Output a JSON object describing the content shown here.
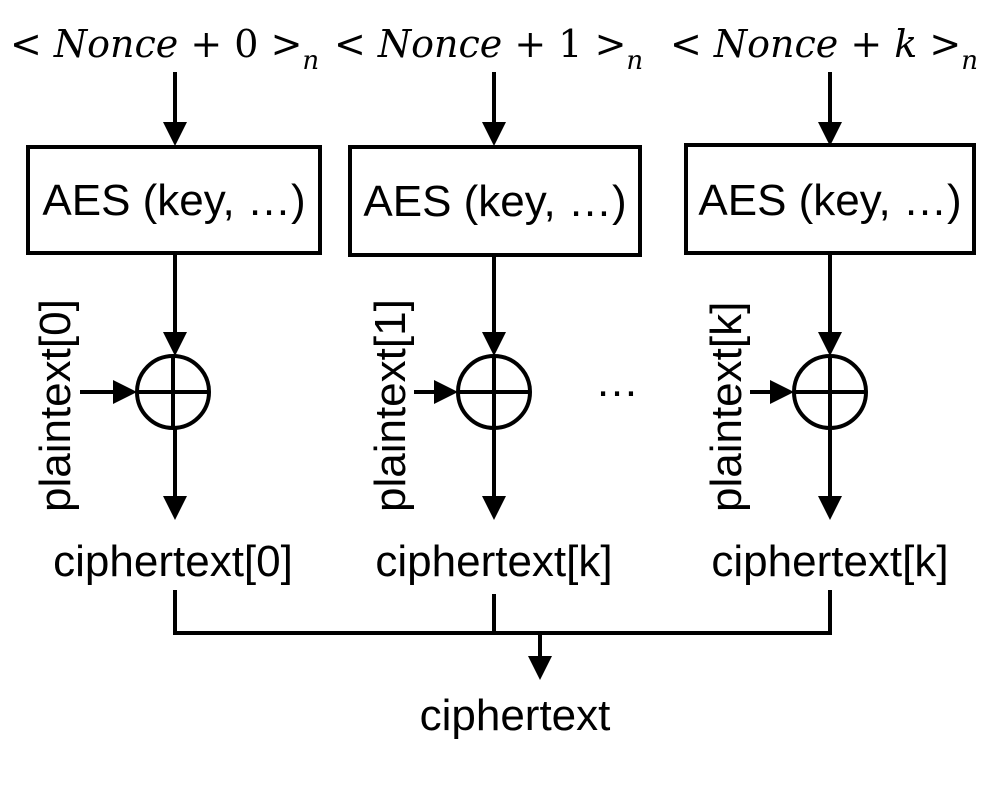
{
  "diagram": {
    "columns": [
      {
        "nonce": {
          "open": "< ",
          "var": "Nonce",
          "op": " + ",
          "offset": "0",
          "close": " >",
          "sub": "n"
        },
        "block_label": "AES (key, …)",
        "plaintext_label": "plaintext[0]",
        "ciphertext_label": "ciphertext[0]"
      },
      {
        "nonce": {
          "open": "< ",
          "var": "Nonce",
          "op": " + ",
          "offset": "1",
          "close": " >",
          "sub": "n"
        },
        "block_label": "AES (key, …)",
        "plaintext_label": "plaintext[1]",
        "ciphertext_label": "ciphertext[k]"
      },
      {
        "nonce": {
          "open": "< ",
          "var": "Nonce",
          "op": " + ",
          "offset": "k",
          "close": " >",
          "sub": "n"
        },
        "block_label": "AES (key, …)",
        "plaintext_label": "plaintext[k]",
        "ciphertext_label": "ciphertext[k]"
      }
    ],
    "ellipsis": "…",
    "output_label": "ciphertext"
  }
}
